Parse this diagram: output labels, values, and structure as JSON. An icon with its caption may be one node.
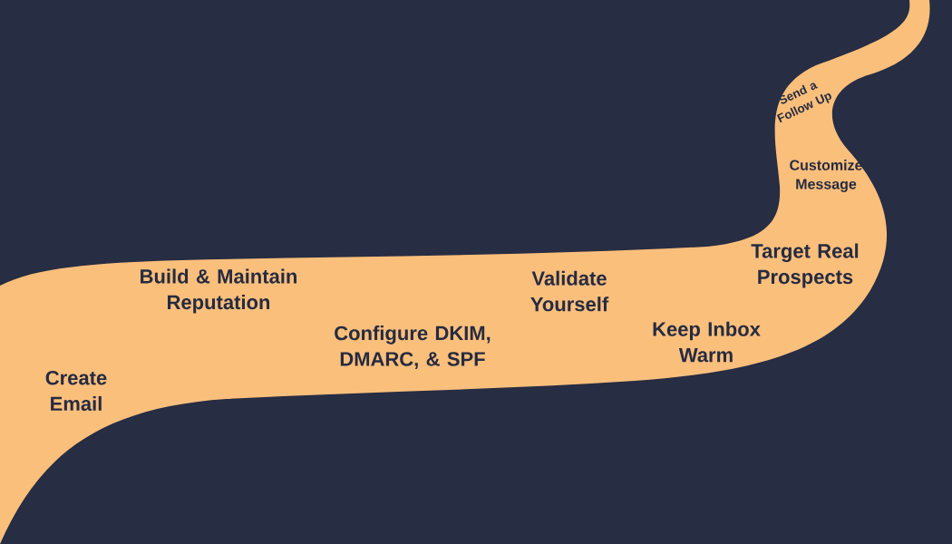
{
  "diagram": {
    "labels": [
      "Create Email",
      "Build & Maintain Reputation",
      "Configure DKIM, DMARC, & SPF",
      "Validate Yourself",
      "Keep Inbox Warm",
      "Target Real Prospects",
      "Customize Message",
      "Send a Follow Up"
    ]
  }
}
